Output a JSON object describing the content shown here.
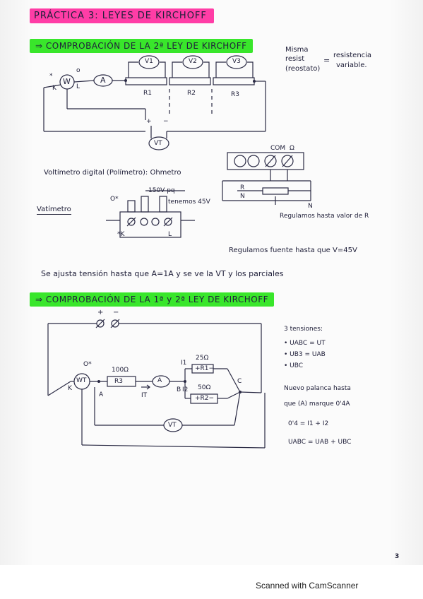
{
  "header": {
    "title": "PRÁCTICA 3: LEYES DE KIRCHOFF"
  },
  "section1": {
    "heading": "⇒ COMPROBACIÓN DE LA 2ª LEY DE KIRCHOFF",
    "note_left": [
      "Misma",
      "resist",
      "(reostato)"
    ],
    "note_eq": "=",
    "note_right": [
      "resistencia",
      "variable."
    ],
    "labels": {
      "v1": "V1",
      "v2": "V2",
      "v3": "V3",
      "a": "A",
      "w": "W",
      "vt": "VT",
      "r1": "R1",
      "r2": "R2",
      "r3": "R3",
      "k": "K",
      "l": "L",
      "star": "*",
      "o": "o",
      "plus": "+",
      "minus": "−"
    },
    "ohmmeter_line": "Voltímetro digital (Polímetro): Ohmetro",
    "com": "COM",
    "omega": "Ω",
    "rheostat_r": "R",
    "rheostat_n": "N",
    "rheostat_n2": "N",
    "rheostat_note": "Regulamos hasta valor de R",
    "wattmeter_label": "Vatímetro",
    "wattmeter_range": "150V pq",
    "wattmeter_note": "tenemos 45V",
    "wattmeter_o": "O*",
    "wattmeter_k": "*K",
    "wattmeter_l": "L",
    "regulate_line": "Regulamos fuente hasta que V=45V",
    "adjust_line": "Se ajusta tensión hasta que A=1A y se ve la VT y los parciales"
  },
  "section2": {
    "heading": "⇒ COMPROBACIÓN DE LA 1ª y 2ª LEY DE KIRCHOFF",
    "labels": {
      "plus": "+",
      "minus": "−",
      "wt": "WT",
      "a": "A",
      "vt": "VT",
      "r3": "R3",
      "r3_val": "100Ω",
      "r1": "+R1−",
      "r1_val": "25Ω",
      "r2": "+R2−",
      "r2_val": "50Ω",
      "i1": "I1",
      "i2": "I2",
      "it": "IT",
      "node_a": "A",
      "node_b": "B",
      "node_c": "C",
      "k": "K",
      "o": "O*"
    },
    "notes": [
      "3 tensiones:",
      "• UABC = UT",
      "• UB3 = UAB",
      "• UBC",
      "Nuevo palanca hasta",
      "que (A) marque 0'4A",
      "0'4 = I1 + I2",
      "UABC = UAB + UBC"
    ]
  },
  "page_number": "3",
  "footer": "Scanned with CamScanner"
}
